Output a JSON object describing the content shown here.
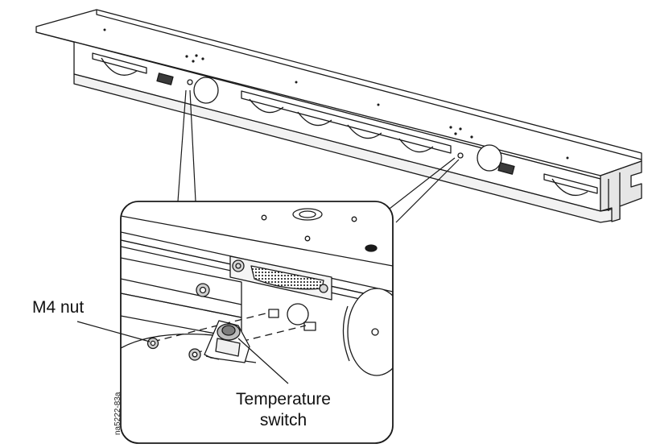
{
  "labels": {
    "nut": "M4 nut",
    "switch_line1": "Temperature",
    "switch_line2": "switch"
  },
  "figure_code": "na5222-83a",
  "colors": {
    "line": "#1a1a1a",
    "face": "#ffffff",
    "shade": "#e6e6e6",
    "dark": "#3a3a3a"
  }
}
